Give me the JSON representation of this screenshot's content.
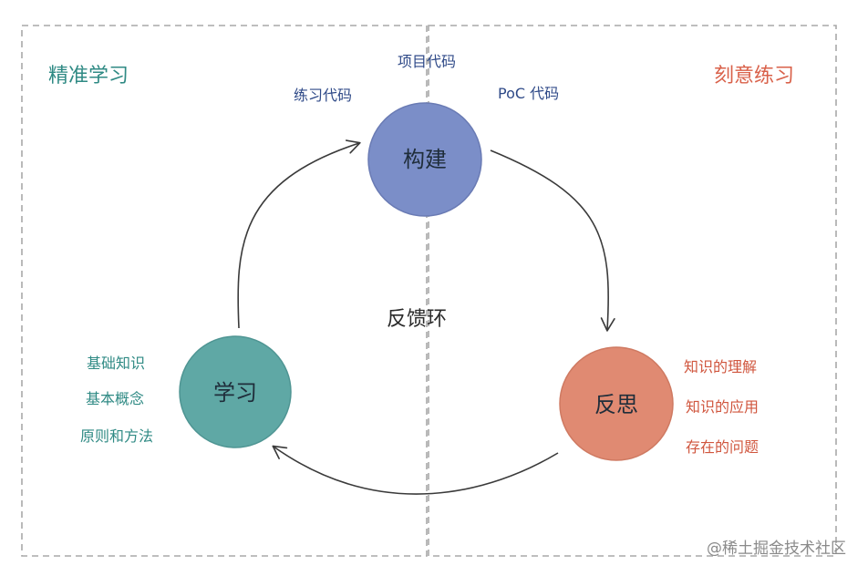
{
  "regions": {
    "left": {
      "title": "精准学习",
      "color": "#2f8a84"
    },
    "right": {
      "title": "刻意练习",
      "color": "#d9614a"
    }
  },
  "nodes": {
    "build": {
      "label": "构建",
      "fill": "#7b8ec8",
      "stroke": "#6a7bb4"
    },
    "learn": {
      "label": "学习",
      "fill": "#5fa8a5",
      "stroke": "#4f9593"
    },
    "reflect": {
      "label": "反思",
      "fill": "#e08a72",
      "stroke": "#cf7a62"
    }
  },
  "labels": {
    "build_left": "练习代码",
    "build_top": "项目代码",
    "build_right": "PoC 代码",
    "learn": [
      "基础知识",
      "基本概念",
      "原则和方法"
    ],
    "reflect": [
      "知识的理解",
      "知识的应用",
      "存在的问题"
    ]
  },
  "center": "反馈环",
  "watermark": "@稀土掘金技术社区"
}
